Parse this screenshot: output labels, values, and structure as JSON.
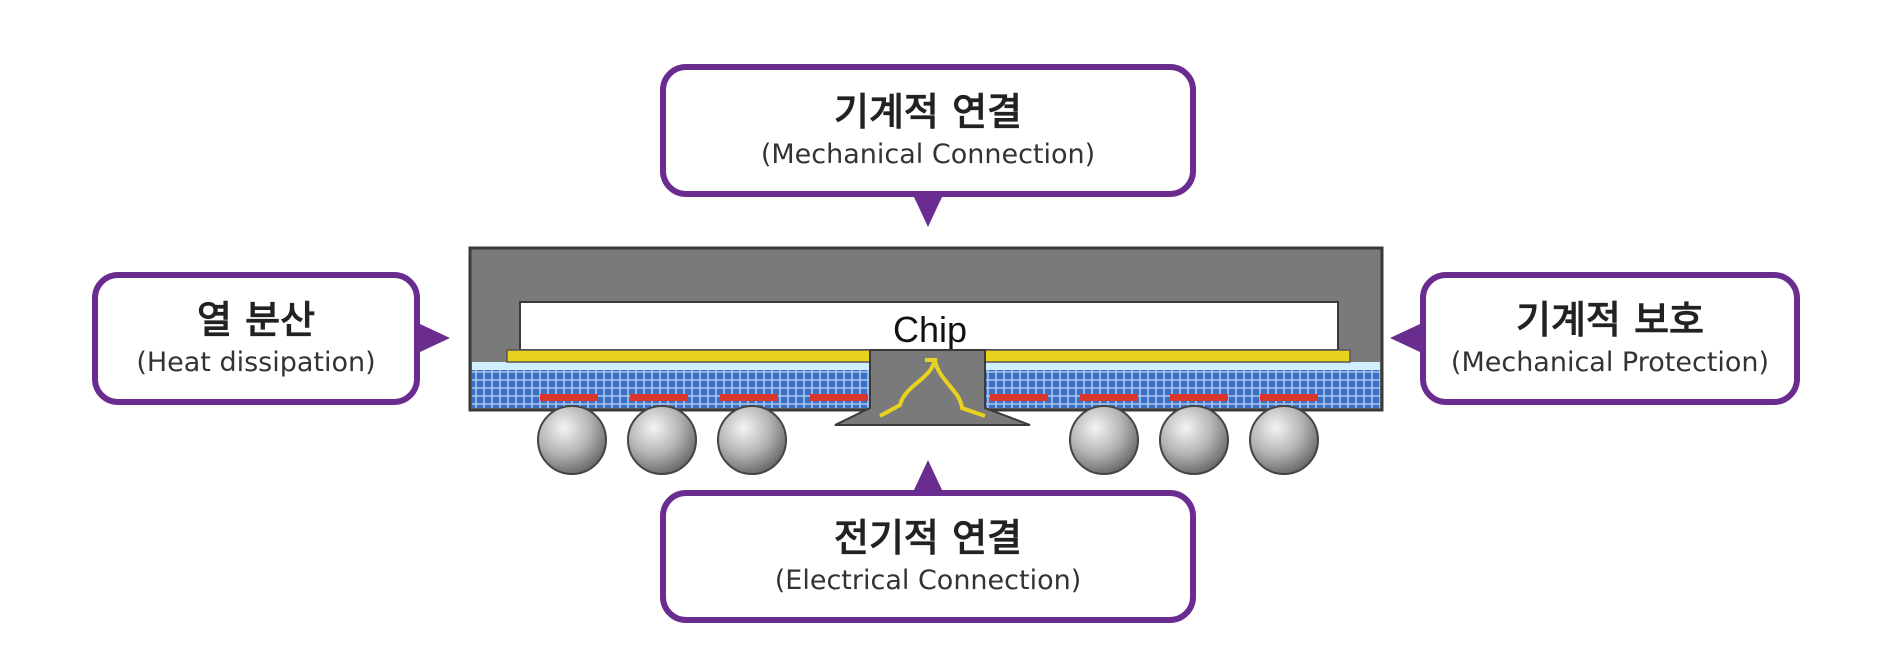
{
  "diagram": {
    "chip_label": "Chip",
    "callouts": {
      "mechanical_connection": {
        "title_ko": "기계적 연결",
        "title_en": "(Mechanical Connection)"
      },
      "heat_dissipation": {
        "title_ko": "열 분산",
        "title_en": "(Heat dissipation)"
      },
      "mechanical_protection": {
        "title_ko": "기계적 보호",
        "title_en": "(Mechanical Protection)"
      },
      "electrical_connection": {
        "title_ko": "전기적 연결",
        "title_en": "(Electrical Connection)"
      }
    },
    "colors": {
      "callout_border": "#6b2c8f",
      "mold": "#7a7a7a",
      "substrate": "#3d6fc4",
      "bond_layer": "#e8d21f",
      "pads": "#d9352b",
      "solder_ball": "#b5b5b5"
    }
  }
}
